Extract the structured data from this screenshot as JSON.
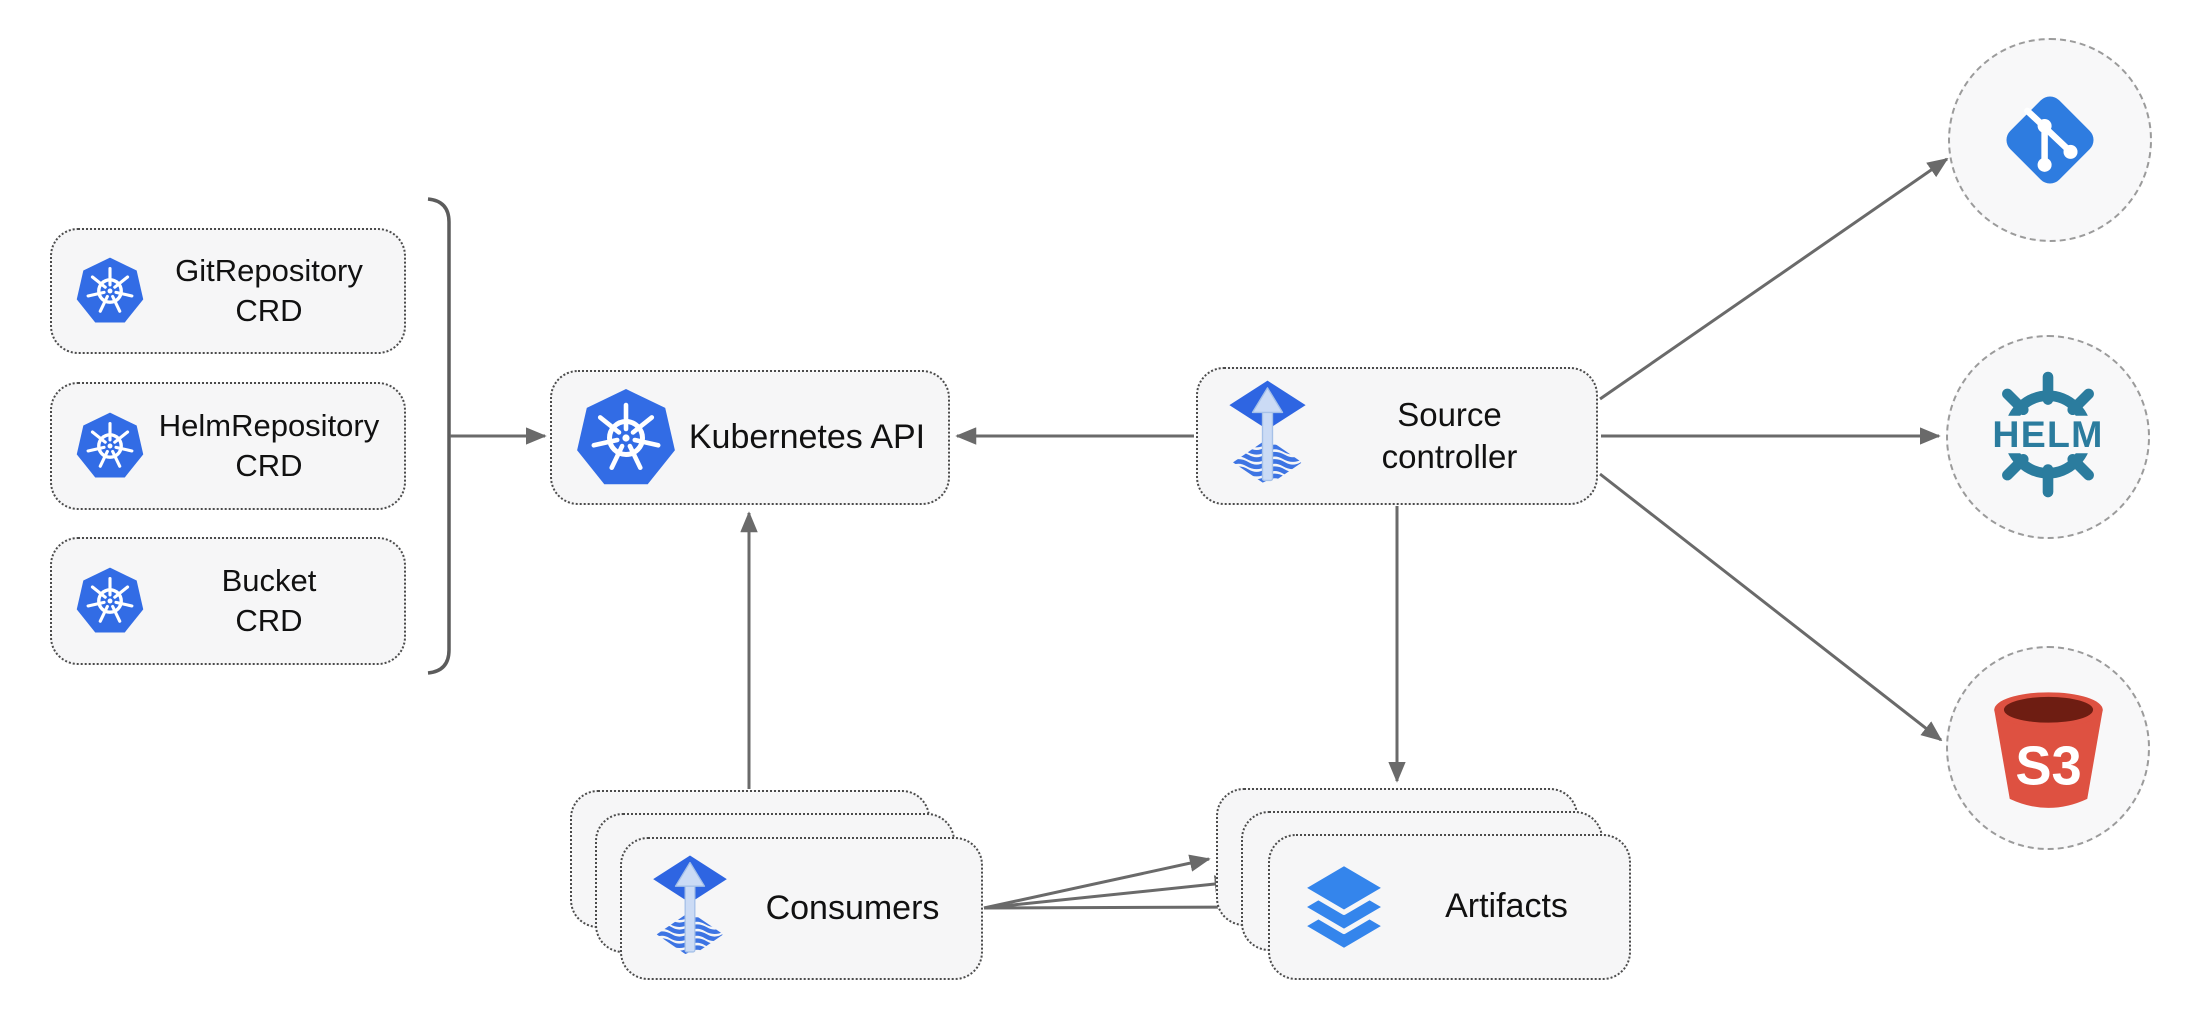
{
  "diagram": {
    "crd_boxes": [
      {
        "line1": "GitRepository",
        "line2": "CRD",
        "icon": "kubernetes-icon"
      },
      {
        "line1": "HelmRepository",
        "line2": "CRD",
        "icon": "kubernetes-icon"
      },
      {
        "line1": "Bucket",
        "line2": "CRD",
        "icon": "kubernetes-icon"
      }
    ],
    "kubernetes_api": {
      "label": "Kubernetes API",
      "icon": "kubernetes-icon"
    },
    "source_controller": {
      "line1": "Source",
      "line2": "controller",
      "icon": "flux-icon"
    },
    "consumers": {
      "label": "Consumers",
      "icon": "flux-icon",
      "stacked_cards": 3
    },
    "artifacts": {
      "label": "Artifacts",
      "icon": "layers-icon",
      "stacked_cards": 3
    },
    "external_sources": [
      {
        "name": "git",
        "icon": "git-icon",
        "label": ""
      },
      {
        "name": "helm",
        "icon": "helm-icon",
        "label": "HELM"
      },
      {
        "name": "s3",
        "icon": "s3-bucket-icon",
        "label": "S3"
      }
    ],
    "colors": {
      "kubernetes_blue": "#326CE5",
      "flux_blue": "#2E65E2",
      "flux_arrow_light": "#CBDBF5",
      "git_blue": "#2E7CE0",
      "helm_teal": "#2B7C9E",
      "s3_red": "#DE5141",
      "s3_dark_red": "#6E1D12",
      "layers_blue": "#3485EC",
      "edge_gray": "#6a6a6a",
      "node_background": "#F6F6F7",
      "node_border": "#4B4B4B",
      "circle_border": "#9B9B9B",
      "text": "#111111"
    }
  }
}
